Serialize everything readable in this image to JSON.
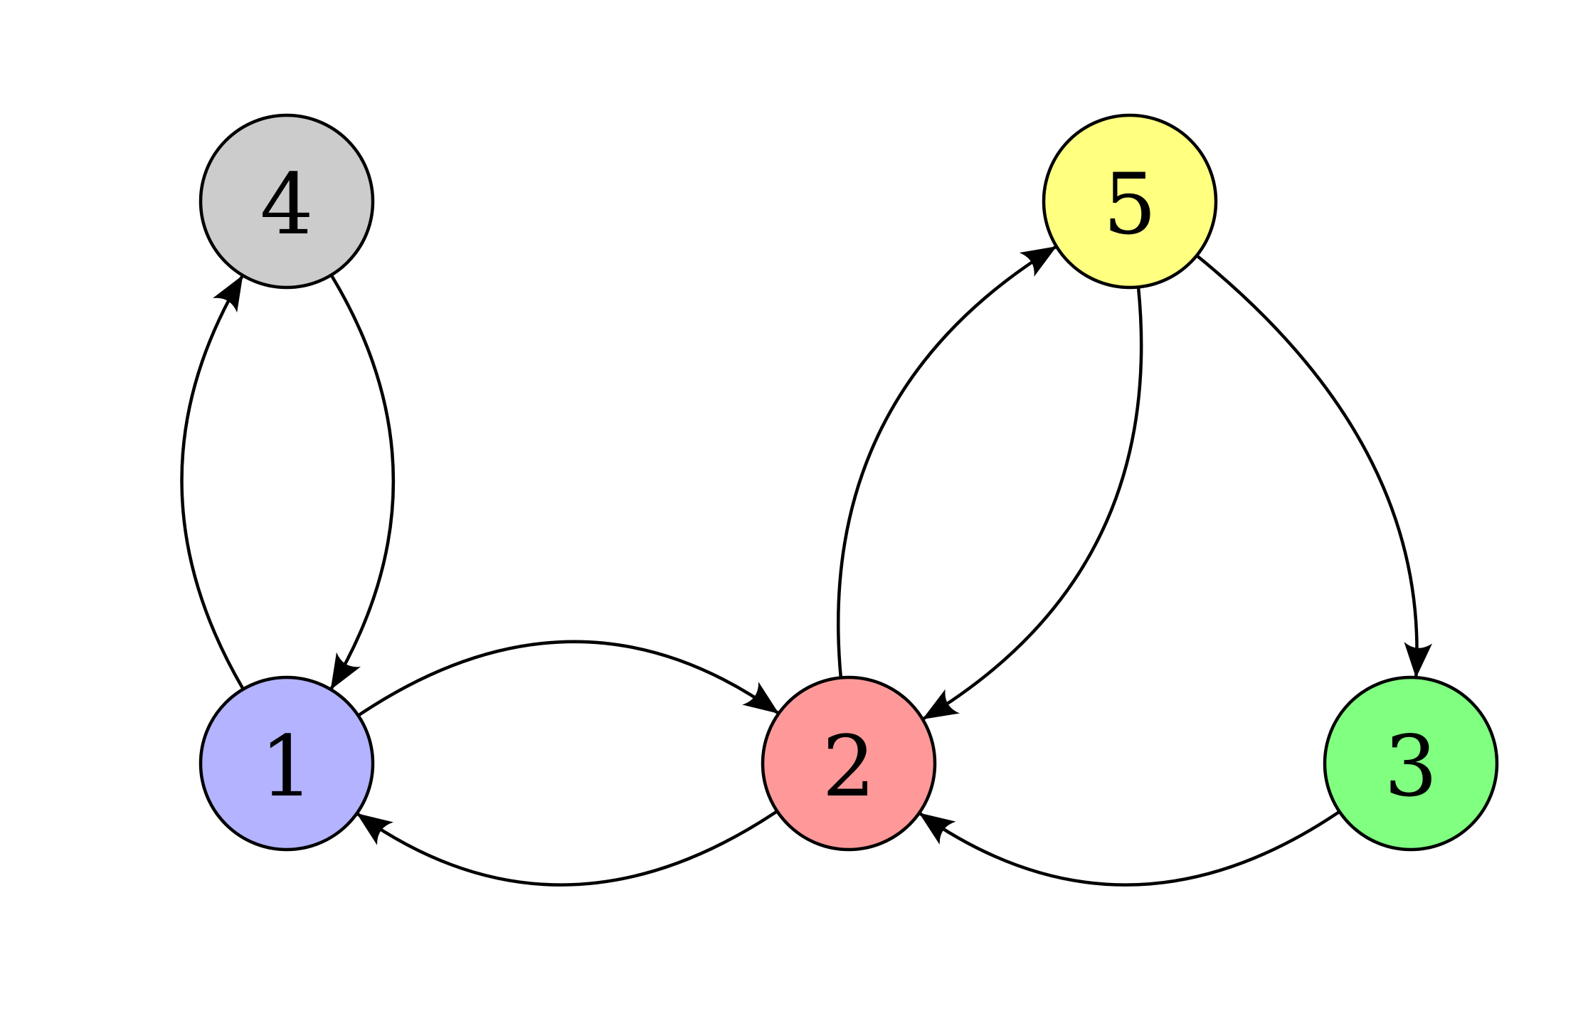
{
  "nodes": [
    {
      "id": "1",
      "label": "1",
      "color": "#b3b3ff"
    },
    {
      "id": "2",
      "label": "2",
      "color": "#ff9999"
    },
    {
      "id": "3",
      "label": "3",
      "color": "#80ff80"
    },
    {
      "id": "4",
      "label": "4",
      "color": "#cccccc"
    },
    {
      "id": "5",
      "label": "5",
      "color": "#ffff80"
    }
  ],
  "edges": [
    {
      "from": "1",
      "to": "2"
    },
    {
      "from": "2",
      "to": "1"
    },
    {
      "from": "1",
      "to": "4"
    },
    {
      "from": "4",
      "to": "1"
    },
    {
      "from": "2",
      "to": "5"
    },
    {
      "from": "5",
      "to": "2"
    },
    {
      "from": "5",
      "to": "3"
    },
    {
      "from": "3",
      "to": "2"
    }
  ],
  "edge_color": "#000000",
  "node_outline_color": "#000000"
}
